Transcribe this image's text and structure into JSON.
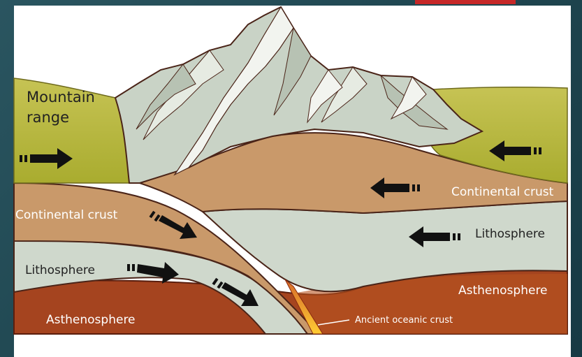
{
  "labels": {
    "mountain_line1": "Mountain",
    "mountain_line2": "range",
    "continental_crust_right": "Continental crust",
    "continental_crust_left": "Continental crust",
    "lithosphere_right": "Lithosphere",
    "lithosphere_left": "Lithosphere",
    "asthenosphere_right": "Asthenosphere",
    "asthenosphere_left": "Asthenosphere",
    "ancient_oceanic_crust": "Ancient oceanic crust"
  },
  "colors": {
    "accent": "#c62828",
    "slide_background": "#1f4650",
    "grassland": "#b7b93e",
    "continental_crust": "#c9996a",
    "lithosphere": "#cfd8cc",
    "asthenosphere": "#a5441f",
    "magma": "#ff9a2e"
  },
  "icons": [
    "arrow-right-icon",
    "arrow-left-icon",
    "arrow-down-right-icon"
  ]
}
